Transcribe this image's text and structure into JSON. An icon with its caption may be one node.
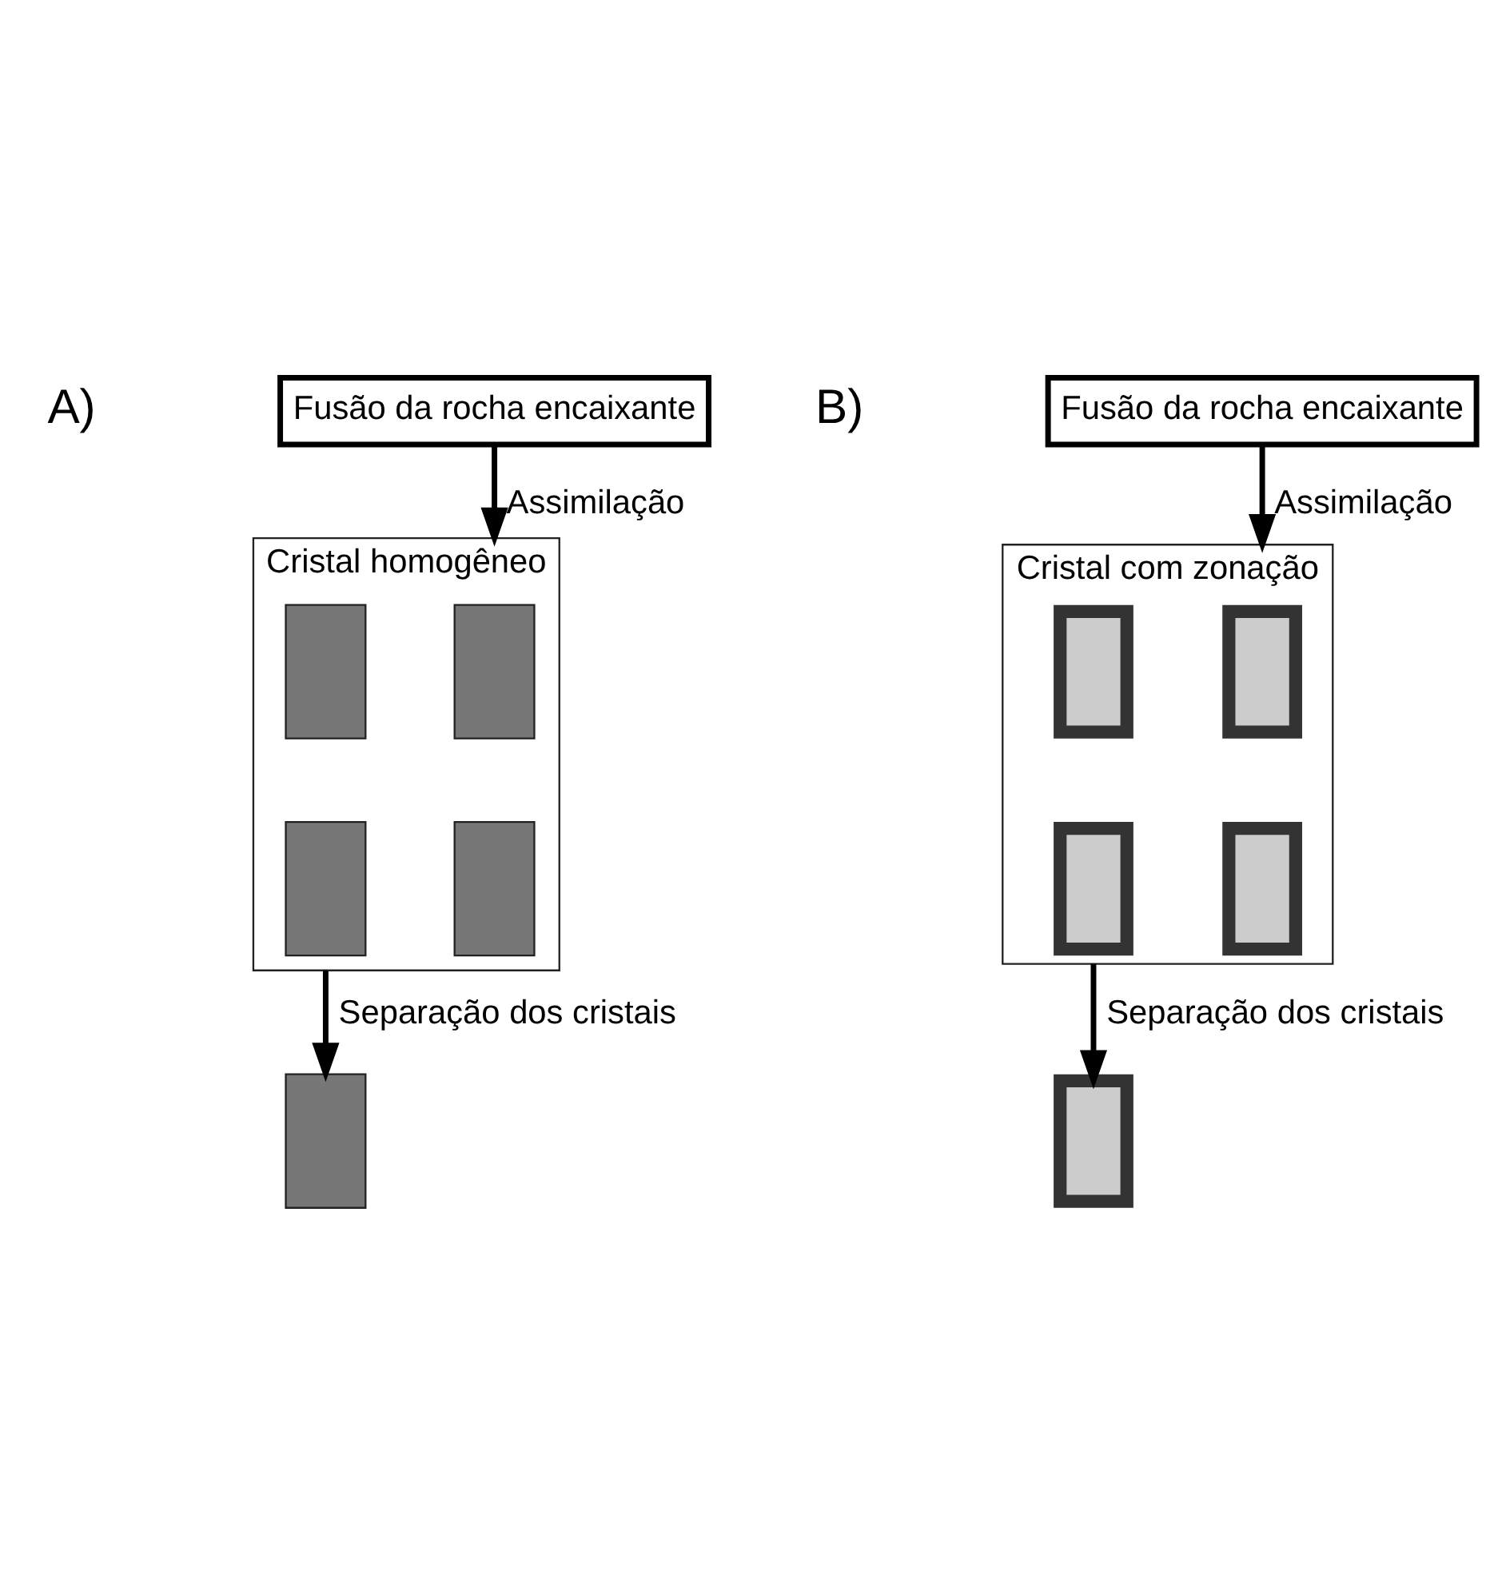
{
  "diagram": {
    "nodes": [
      {
        "text": [
          "Fusão da rocha encaixante"
        ]
      },
      {
        "text": [
          "Cristal homogêneo"
        ]
      },
      {
        "text": [],
        "shape": "box",
        "in": 1
      },
      {
        "text": [],
        "shape": "box",
        "in": 1
      },
      {
        "text": [],
        "shape": "box",
        "in": 1
      },
      {
        "text": [],
        "shape": "box",
        "in": 1
      },
      {
        "text": [],
        "shape": "box"
      },
      {
        "text": [
          "Fusão da rocha encaixante"
        ]
      },
      {
        "text": [
          "Cristal com zonação"
        ]
      },
      {
        "text": [],
        "shape": "box",
        "in": 8
      },
      {
        "text": [],
        "shape": "box",
        "in": 8
      },
      {
        "text": [],
        "shape": "box",
        "in": 8
      },
      {
        "text": [],
        "shape": "box",
        "in": 8
      },
      {
        "text": [],
        "shape": "box"
      }
    ],
    "edges": [
      {
        "from": 0,
        "to": 1,
        "arrow": "to",
        "label": "Assimilação"
      },
      {
        "from": 1,
        "to": 6,
        "arrow": "to",
        "label": "Separação dos cristais"
      },
      {
        "from": 7,
        "to": 8,
        "arrow": "to",
        "label": "Assimilação"
      },
      {
        "from": 8,
        "to": 13,
        "arrow": "to",
        "label": "Separação dos cristais"
      }
    ],
    "labels": [
      "A)",
      "B)"
    ]
  }
}
